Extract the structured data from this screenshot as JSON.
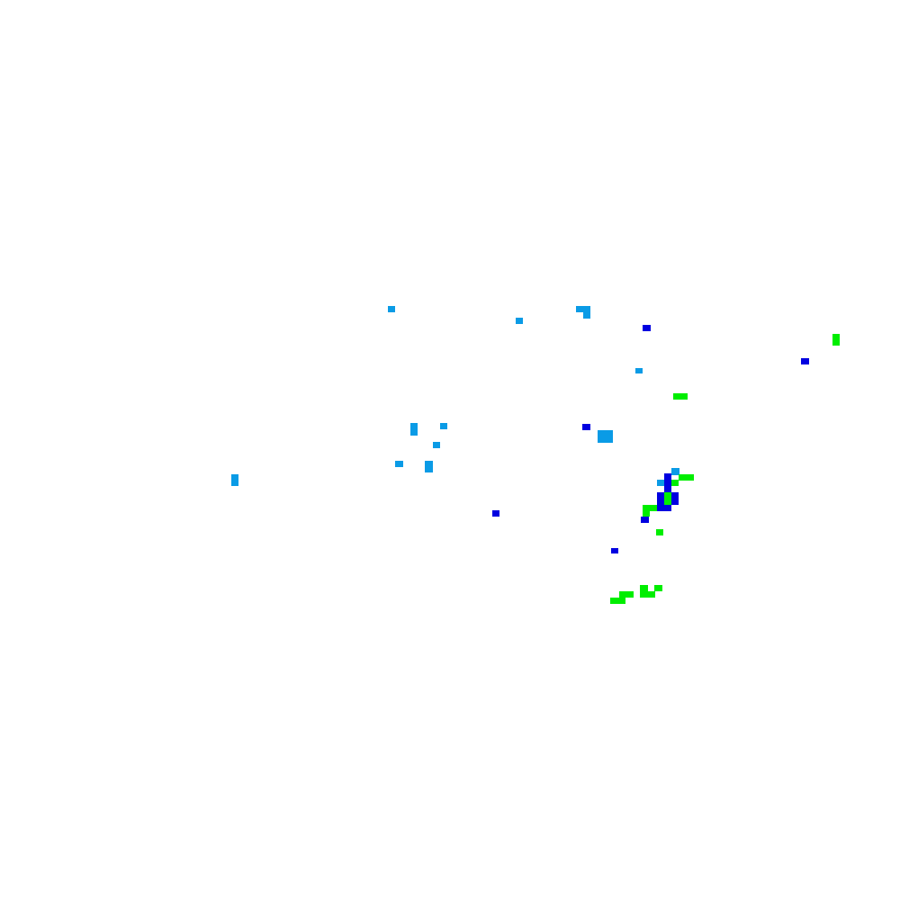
{
  "colors": {
    "background": "#ffffff",
    "light_blue": "#0a9be6",
    "dark_blue": "#0000e0",
    "green": "#00ee00"
  },
  "cell_groups": [
    {
      "name": "light-blue-cells",
      "color": "#0a9be6",
      "cells": [
        [
          431,
          340,
          8,
          7
        ],
        [
          573,
          353,
          8,
          7
        ],
        [
          640,
          340,
          16,
          7
        ],
        [
          648,
          347,
          8,
          7
        ],
        [
          706,
          409,
          8,
          6
        ],
        [
          456,
          470,
          8,
          14
        ],
        [
          489,
          470,
          8,
          7
        ],
        [
          481,
          491,
          8,
          7
        ],
        [
          439,
          512,
          9,
          7
        ],
        [
          472,
          512,
          9,
          13
        ],
        [
          664,
          478,
          17,
          14
        ],
        [
          257,
          527,
          8,
          13
        ],
        [
          746,
          520,
          9,
          8
        ],
        [
          730,
          533,
          8,
          7
        ]
      ]
    },
    {
      "name": "dark-blue-cells",
      "color": "#0000e0",
      "cells": [
        [
          714,
          361,
          9,
          7
        ],
        [
          890,
          398,
          9,
          7
        ],
        [
          647,
          471,
          9,
          7
        ],
        [
          738,
          526,
          8,
          21
        ],
        [
          730,
          547,
          9,
          14
        ],
        [
          746,
          547,
          8,
          14
        ],
        [
          730,
          561,
          16,
          7
        ],
        [
          712,
          574,
          9,
          7
        ],
        [
          547,
          567,
          8,
          7
        ],
        [
          679,
          609,
          8,
          6
        ]
      ]
    },
    {
      "name": "green-cells",
      "color": "#00ee00",
      "cells": [
        [
          925,
          371,
          8,
          13
        ],
        [
          748,
          437,
          16,
          7
        ],
        [
          754,
          527,
          17,
          7
        ],
        [
          746,
          533,
          8,
          7
        ],
        [
          738,
          547,
          8,
          14
        ],
        [
          714,
          561,
          16,
          7
        ],
        [
          714,
          568,
          8,
          6
        ],
        [
          729,
          588,
          8,
          7
        ],
        [
          711,
          650,
          9,
          8
        ],
        [
          727,
          650,
          9,
          7
        ],
        [
          688,
          657,
          16,
          7
        ],
        [
          711,
          657,
          17,
          7
        ],
        [
          678,
          664,
          17,
          7
        ]
      ]
    }
  ]
}
